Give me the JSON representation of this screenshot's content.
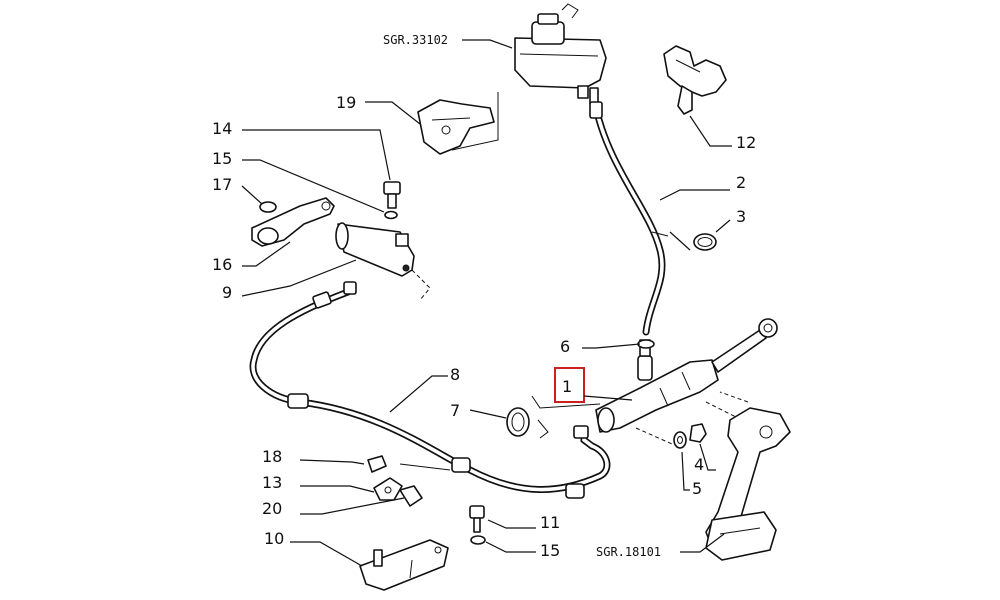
{
  "diagram": {
    "refs": {
      "reservoir": "SGR.33102",
      "pedal": "SGR.18101"
    },
    "labels": {
      "p1": "1",
      "p2": "2",
      "p3": "3",
      "p4": "4",
      "p5": "5",
      "p6": "6",
      "p7": "7",
      "p8": "8",
      "p9": "9",
      "p10": "10",
      "p11": "11",
      "p12": "12",
      "p13": "13",
      "p14": "14",
      "p15a": "15",
      "p15b": "15",
      "p16": "16",
      "p17": "17",
      "p18": "18",
      "p19": "19",
      "p20": "20"
    },
    "highlight_color": "#cc1f1f"
  }
}
